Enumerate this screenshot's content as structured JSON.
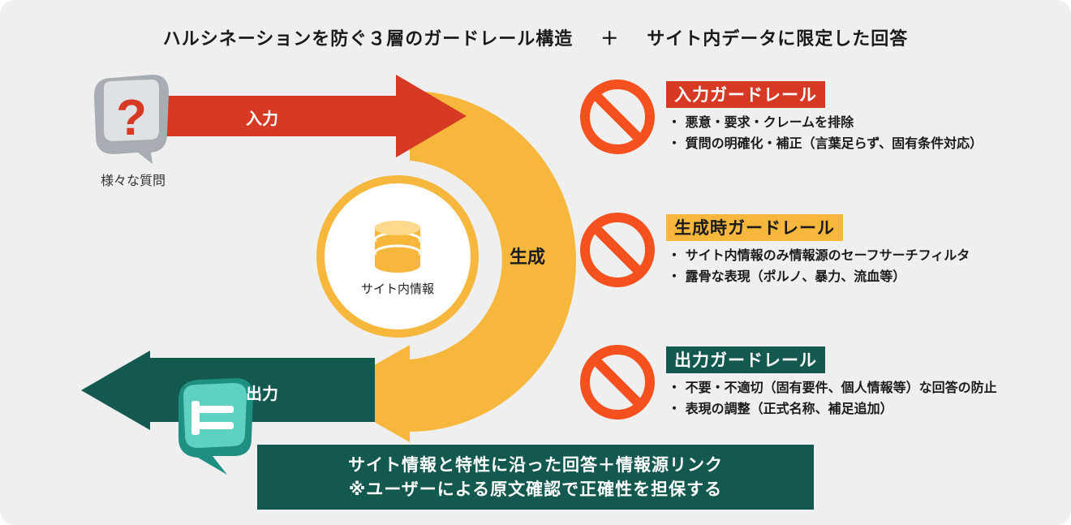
{
  "title": {
    "left": "ハルシネーションを防ぐ３層のガードレール構造",
    "plus": "＋",
    "right": "サイト内データに限定した回答"
  },
  "flow": {
    "input_label": "入力",
    "generate_label": "生成",
    "output_label": "出力",
    "question_label": "様々な質問",
    "source_label": "サイト内情報"
  },
  "guardrails": [
    {
      "title": "入力ガードレール",
      "color": "#d63a25",
      "items": [
        "悪意・要求・クレームを排除",
        "質問の明確化・補正（言葉足らず、固有条件対応）"
      ]
    },
    {
      "title": "生成時ガードレール",
      "color": "#f6b73c",
      "items": [
        "サイト内情報のみ情報源のセーフサーチフィルタ",
        "露骨な表現（ポルノ、暴力、流血等）"
      ]
    },
    {
      "title": "出力ガードレール",
      "color": "#13594f",
      "items": [
        "不要・不適切（固有要件、個人情報等）な回答の防止",
        "表現の調整（正式名称、補足追加）"
      ]
    }
  ],
  "footer": {
    "line1": "サイト情報と特性に沿った回答＋情報源リンク",
    "line2": "※ユーザーによる原文確認で正確性を担保する"
  },
  "colors": {
    "input": "#d63a25",
    "generate": "#f6b73c",
    "output": "#13594f",
    "ban": "#f4511e",
    "background": "#efefef"
  }
}
